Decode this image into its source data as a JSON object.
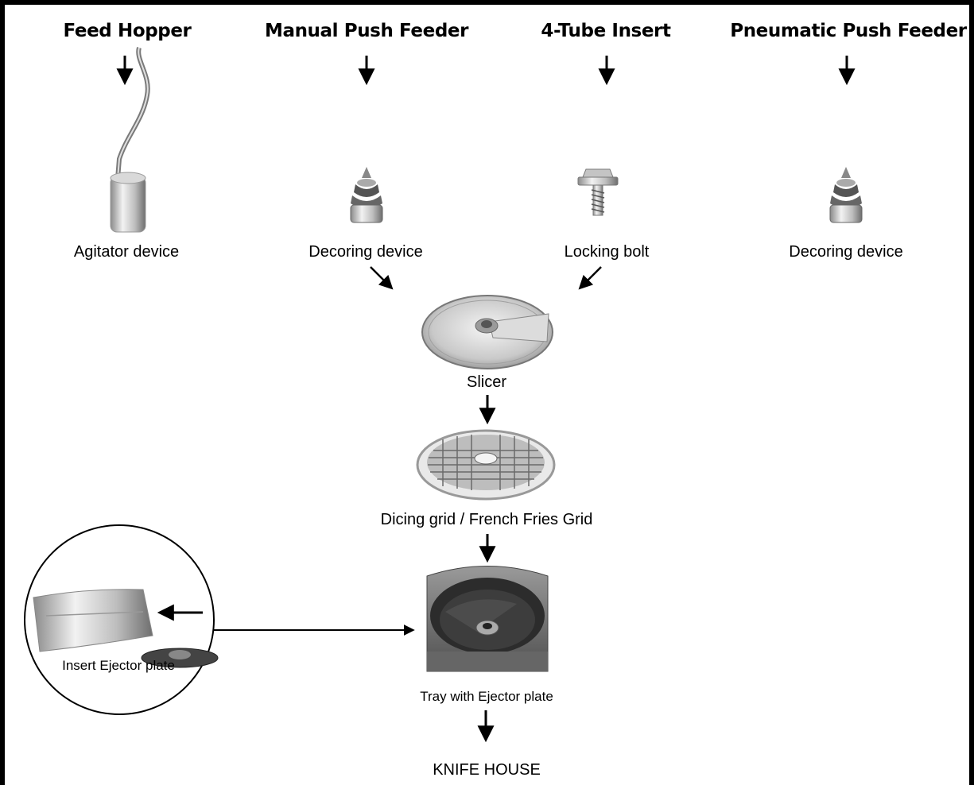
{
  "headers": {
    "feed_hopper": "Feed Hopper",
    "manual_push_feeder": "Manual Push Feeder",
    "four_tube_insert": "4-Tube Insert",
    "pneumatic_push_feeder": "Pneumatic Push Feeder"
  },
  "parts": {
    "agitator": "Agitator device",
    "decoring_manual": "Decoring device",
    "locking_bolt": "Locking bolt",
    "decoring_pneumatic": "Decoring device",
    "slicer": "Slicer",
    "dicing_grid": "Dicing grid / French Fries Grid",
    "tray": "Tray with Ejector plate",
    "insert_ejector": "Insert Ejector plate",
    "knife_house": "KNIFE HOUSE"
  },
  "icons": [
    "agitator-icon",
    "decoring-device-icon",
    "locking-bolt-icon",
    "slicer-disc-icon",
    "dicing-grid-icon",
    "tray-icon",
    "ejector-plate-icon"
  ],
  "colors": {
    "frame": "#000000",
    "background": "#ffffff",
    "metal": "#b8b8b8"
  }
}
